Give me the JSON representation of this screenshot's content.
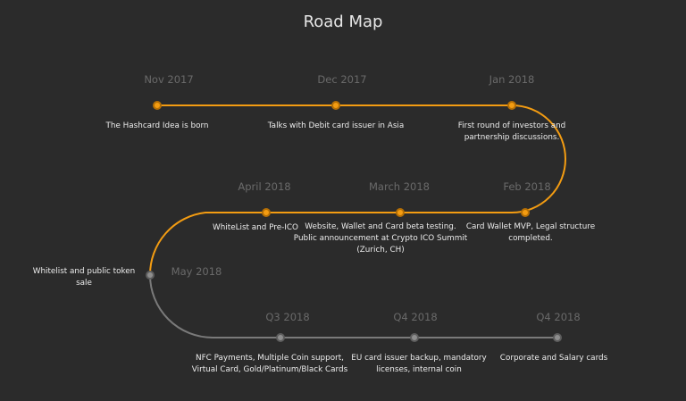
{
  "title": "Road Map",
  "colors": {
    "background": "#2b2b2b",
    "completed": "#f39c12",
    "upcoming": "#8e8e8e",
    "date_text": "#6a6a6a",
    "desc_text": "#ececec"
  },
  "milestones": [
    {
      "date": "Nov 2017",
      "text": "The Hashcard Idea is born",
      "status": "completed"
    },
    {
      "date": "Dec 2017",
      "text": "Talks with Debit card issuer in Asia",
      "status": "completed"
    },
    {
      "date": "Jan 2018",
      "text": "First round of investors and\npartnership discussions.",
      "status": "completed"
    },
    {
      "date": "Feb 2018",
      "text": "Card Wallet MVP, Legal structure\ncompleted.",
      "status": "completed"
    },
    {
      "date": "March 2018",
      "text": "Website, Wallet and Card beta testing.\nPublic announcement at Crypto ICO Summit\n(Zurich, CH)",
      "status": "completed"
    },
    {
      "date": "April 2018",
      "text": "WhiteList and Pre-ICO",
      "status": "completed"
    },
    {
      "date": "May 2018",
      "text": "Whitelist and public token\nsale",
      "status": "upcoming"
    },
    {
      "date": "Q3 2018",
      "text": "NFC Payments, Multiple Coin support,\nVirtual Card, Gold/Platinum/Black Cards",
      "status": "upcoming"
    },
    {
      "date": "Q4 2018",
      "text": "EU card issuer backup, mandatory\nlicenses, internal coin",
      "status": "upcoming"
    },
    {
      "date": "Q4 2018",
      "text": "Corporate and Salary cards",
      "status": "upcoming"
    }
  ]
}
